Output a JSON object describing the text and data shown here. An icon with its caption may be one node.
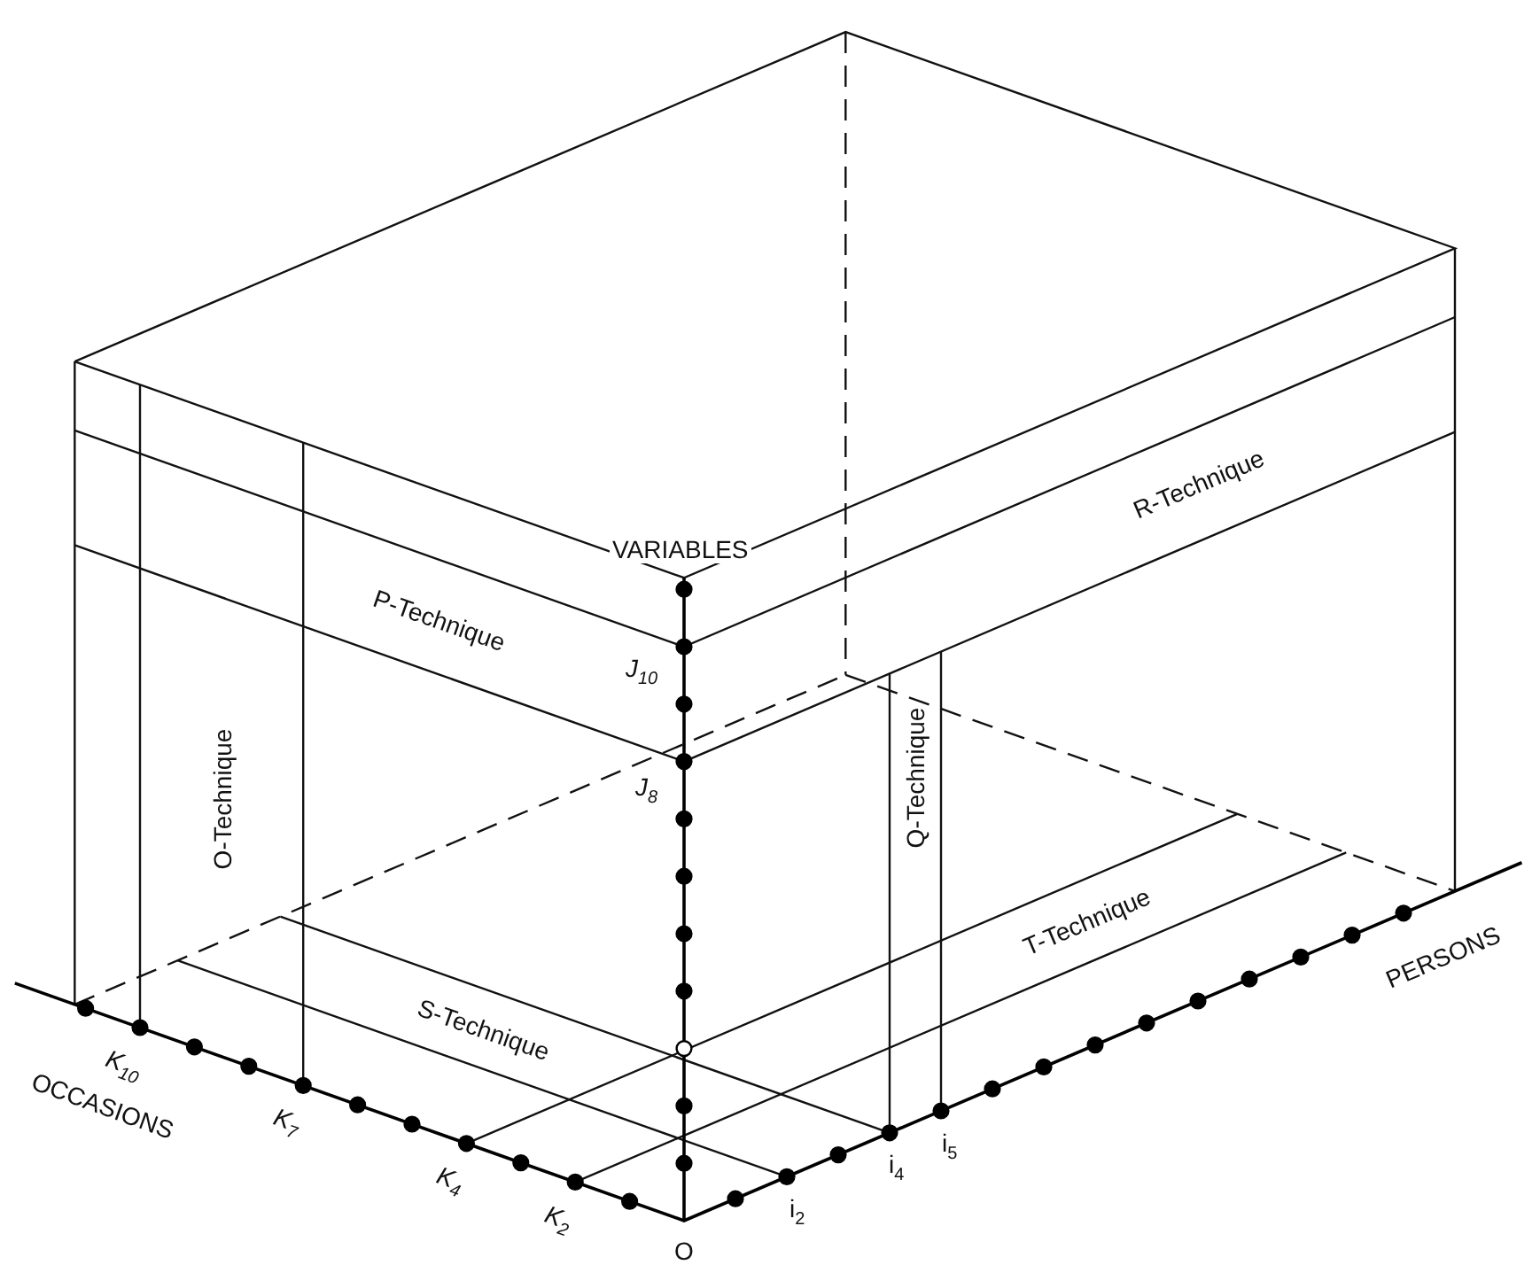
{
  "diagram": {
    "labels": [
      "VARIABLES",
      "R-Technique",
      "P-Technique",
      "J$_{10}$",
      "O-Technique",
      "J$_{8}$",
      "Q-Technique",
      "T-Technique",
      "S-Technique",
      "PERSONS",
      "K$_{10}$",
      "OCCASIONS",
      "K$_{7}$",
      "K$_{4}$",
      "K$_{2}$",
      "i$_{2}$",
      "i$_{4}$",
      "i$_{5}$",
      "O"
    ]
  }
}
